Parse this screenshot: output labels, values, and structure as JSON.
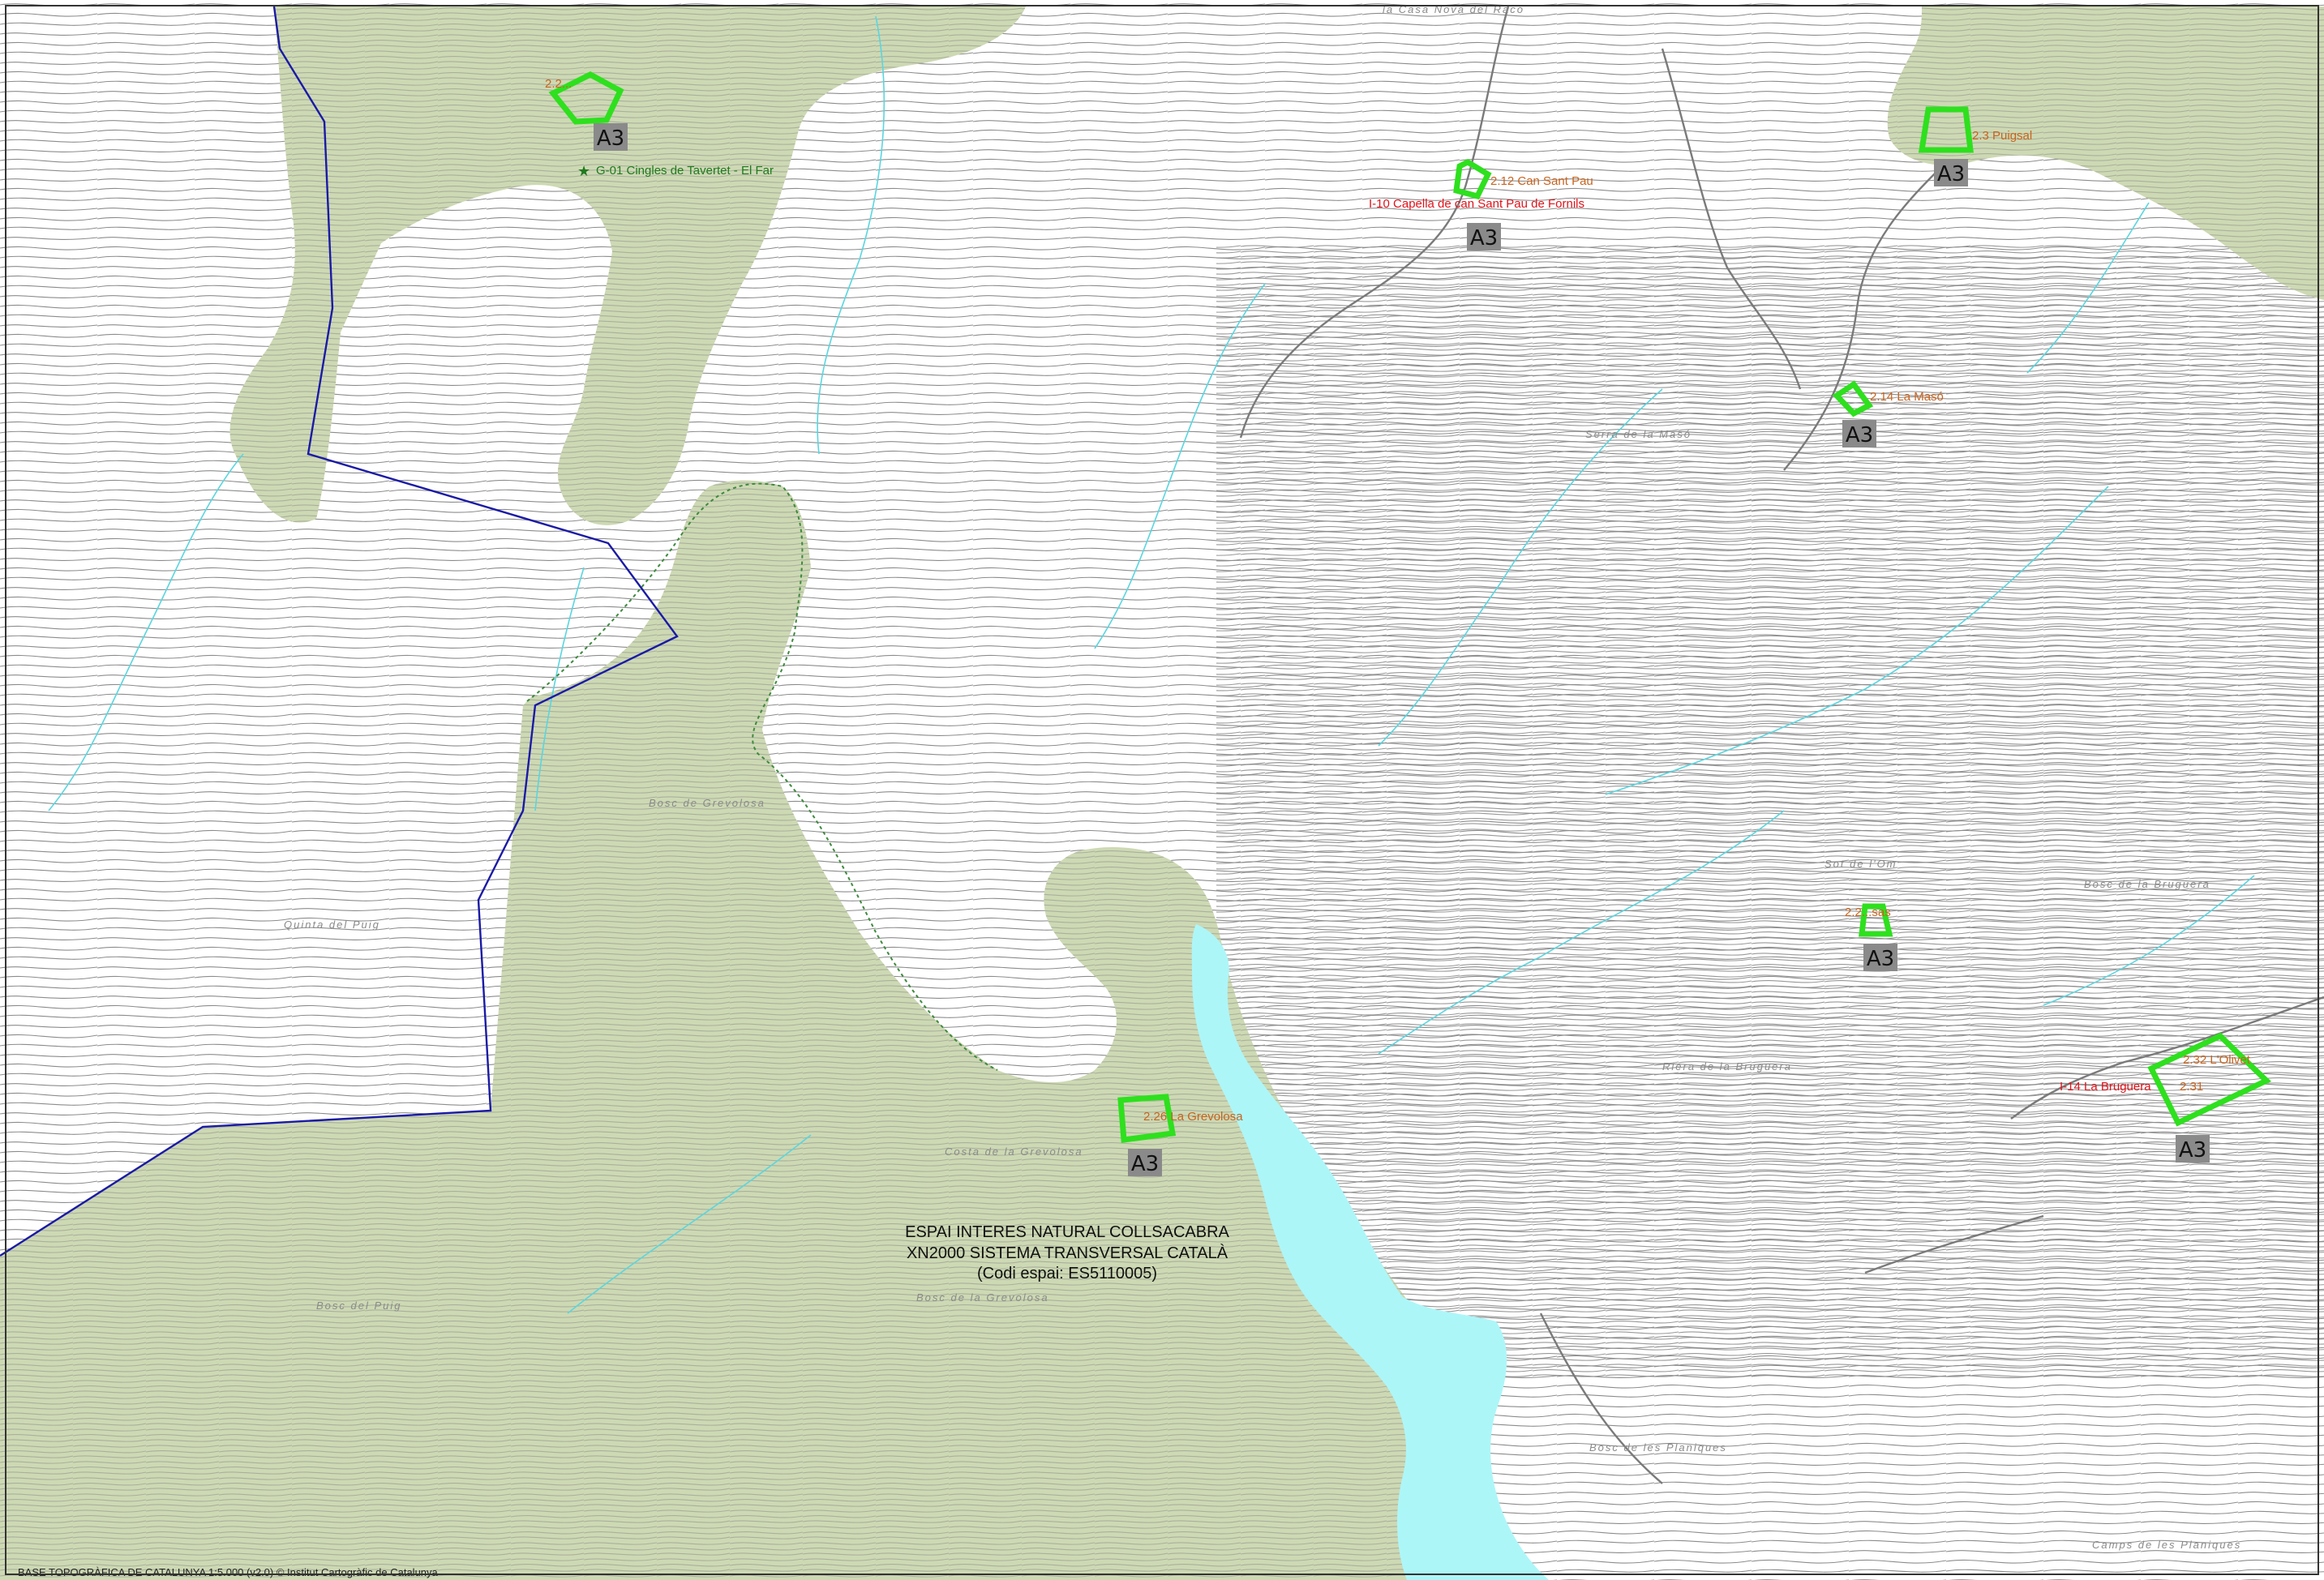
{
  "map": {
    "colors": {
      "forest": "#cdd9b3",
      "water": "#adf6f8",
      "contour": "#8c8c8c",
      "stream": "#59d6e0",
      "boundary": "#1a1aa6",
      "parcel": "#2ee01e",
      "label_orange": "#c8641e",
      "label_red": "#e0131b",
      "label_green": "#1f7a1f",
      "a3_badge": "#8a8a8a"
    },
    "title_lines": [
      "ESPAI INTERES NATURAL  COLLSACABRA",
      "XN2000 SISTEMA TRANSVERSAL CATALÀ",
      "(Codi espai: ES5110005)"
    ],
    "footer": "BASE TOPOGRÀFICA DE CATALUNYA 1:5.000 (v2.0)    © Institut Cartogràfic de Catalunya",
    "badge_label": "A3",
    "sites": [
      {
        "id": "site-1",
        "label": "2.2...",
        "badge": "A3"
      },
      {
        "id": "site-2",
        "label": "2.12 Can Sant Pau",
        "badge": "A3"
      },
      {
        "id": "site-3",
        "label": "2.3 Puigsal",
        "badge": "A3"
      },
      {
        "id": "site-4",
        "label": "2.14 La Masó",
        "badge": "A3"
      },
      {
        "id": "site-5",
        "label": "2.2...sas",
        "badge": "A3"
      },
      {
        "id": "site-6",
        "label": "2.26 La Grevolosa",
        "badge": "A3"
      },
      {
        "id": "site-7",
        "label": "2.32 L'Olivet",
        "label2": "2.31",
        "badge": "A3"
      }
    ],
    "red_labels": [
      "I-10 Capella de can Sant Pau de Fornils",
      "I-14 La Bruguera"
    ],
    "green_labels": [
      "G-01 Cingles de Tavertet - El Far"
    ],
    "toponyms": [
      "Bosc de Grevolosa",
      "Quinta del Puig",
      "Bosc del Puig",
      "Costa de la Grevolosa",
      "Bosc de la Grevolosa",
      "Bosc de les Planiques",
      "Riera de la Bruguera",
      "Serra de la Masó",
      "Bosc de la Bruguera",
      "Camps de les Planiques",
      "la Casa Nova del Racó",
      "Sot de l'Om"
    ]
  }
}
